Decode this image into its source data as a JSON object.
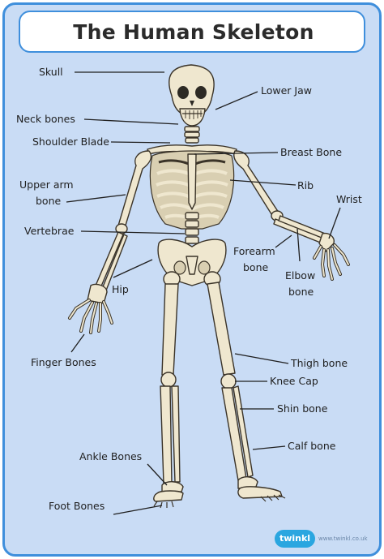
{
  "title": "The Human Skeleton",
  "labels": {
    "skull": "Skull",
    "lower_jaw": "Lower Jaw",
    "neck_bones": "Neck bones",
    "shoulder_blade": "Shoulder Blade",
    "breast_bone": "Breast Bone",
    "upper_arm_line1": "Upper arm",
    "upper_arm_line2": "bone",
    "rib": "Rib",
    "wrist": "Wrist",
    "vertebrae": "Vertebrae",
    "forearm_line1": "Forearm",
    "forearm_line2": "bone",
    "elbow_line1": "Elbow",
    "elbow_line2": "bone",
    "hip": "Hip",
    "finger_bones": "Finger Bones",
    "thigh_bone": "Thigh bone",
    "knee_cap": "Knee Cap",
    "shin_bone": "Shin bone",
    "calf_bone": "Calf bone",
    "ankle_bones": "Ankle Bones",
    "foot_bones": "Foot Bones"
  },
  "logo": {
    "brand": "twinkl",
    "url": "www.twinkl.co.uk"
  },
  "colors": {
    "frame_border": "#3f8fdc",
    "background": "#c9dcf5",
    "bone": "#efe7cf",
    "logo": "#2aa6e0"
  }
}
